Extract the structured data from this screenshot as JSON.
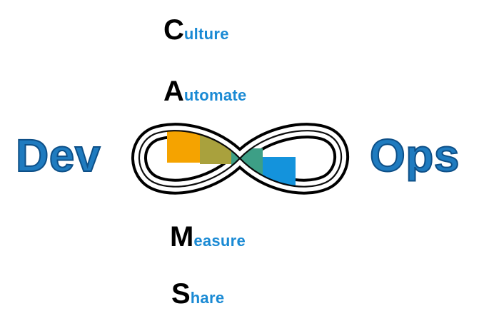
{
  "left_word": "Dev",
  "right_word": "Ops",
  "cams": [
    {
      "letter": "C",
      "rest": "ulture"
    },
    {
      "letter": "A",
      "rest": "utomate"
    },
    {
      "letter": "M",
      "rest": "easure"
    },
    {
      "letter": "S",
      "rest": "hare"
    }
  ],
  "colors": {
    "dev_ops_text": "#1f7bbf",
    "dev_ops_outline": "#0d4f87",
    "cams_letter": "#000000",
    "cams_rest": "#1a8ad4",
    "loop_outline": "#000000",
    "segment_orange": "#f5a300",
    "segment_olive": "#a9a13d",
    "segment_green": "#3d9f86",
    "segment_blue": "#1493dc"
  },
  "icons": {
    "center_graphic": "infinity-loop-icon"
  }
}
